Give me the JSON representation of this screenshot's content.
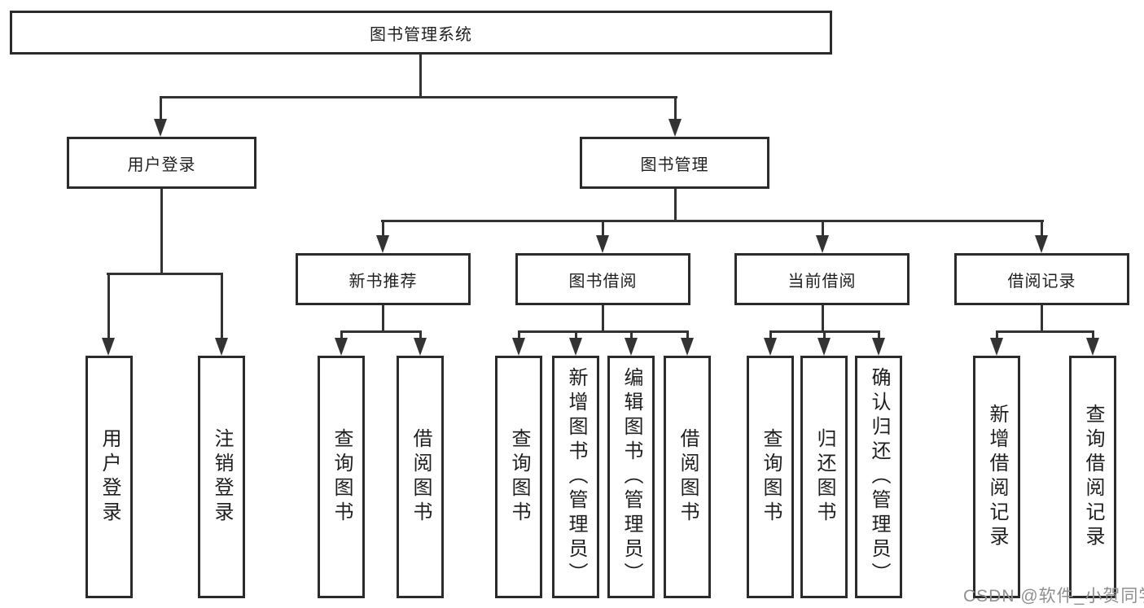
{
  "nodes": {
    "root": "图书管理系统",
    "level2": [
      "用户登录",
      "图书管理"
    ],
    "level3": [
      "新书推荐",
      "图书借阅",
      "当前借阅",
      "借阅记录"
    ],
    "leaves": {
      "user_login": [
        "用户登录",
        "注销登录"
      ],
      "new_books": [
        "查询图书",
        "借阅图书"
      ],
      "book_borrow": [
        "查询图书",
        "新增图书（管理员）",
        "编辑图书（管理员）",
        "借阅图书"
      ],
      "current_borrow": [
        "查询图书",
        "归还图书",
        "确认归还（管理员）"
      ],
      "borrow_records": [
        "新增借阅记录",
        "查询借阅记录"
      ]
    }
  },
  "watermark": {
    "text": "CSDN @软件_小贺同学",
    "color": "#8f8f8f"
  },
  "colors": {
    "border": "#2b2b2b",
    "line": "#333333",
    "background": "#ffffff",
    "text": "#1f1f1f"
  }
}
